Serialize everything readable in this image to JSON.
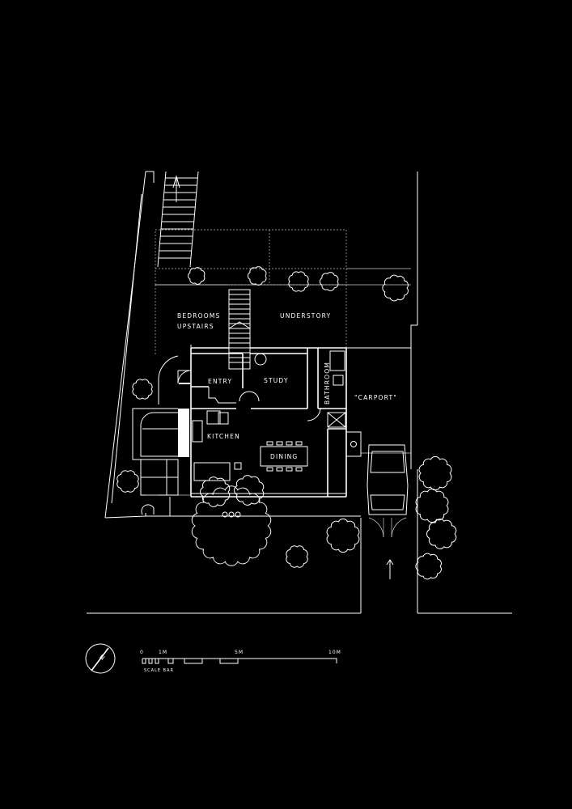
{
  "rooms": {
    "bedrooms_line1": "BEDROOMS",
    "bedrooms_line2": "UPSTAIRS",
    "understory": "UNDERSTORY",
    "entry": "ENTRY",
    "study": "STUDY",
    "bathroom": "BATHROOM",
    "carport": "\"CARPORT\"",
    "kitchen": "KITCHEN",
    "dining": "DINING"
  },
  "scale_bar": {
    "tick_0": "0",
    "tick_1": "1M",
    "tick_5": "5M",
    "tick_10": "10M",
    "caption": "SCALE BAR"
  },
  "north_arrow": {
    "label": "N"
  },
  "colors": {
    "background": "#000000",
    "line": "#ffffff"
  }
}
